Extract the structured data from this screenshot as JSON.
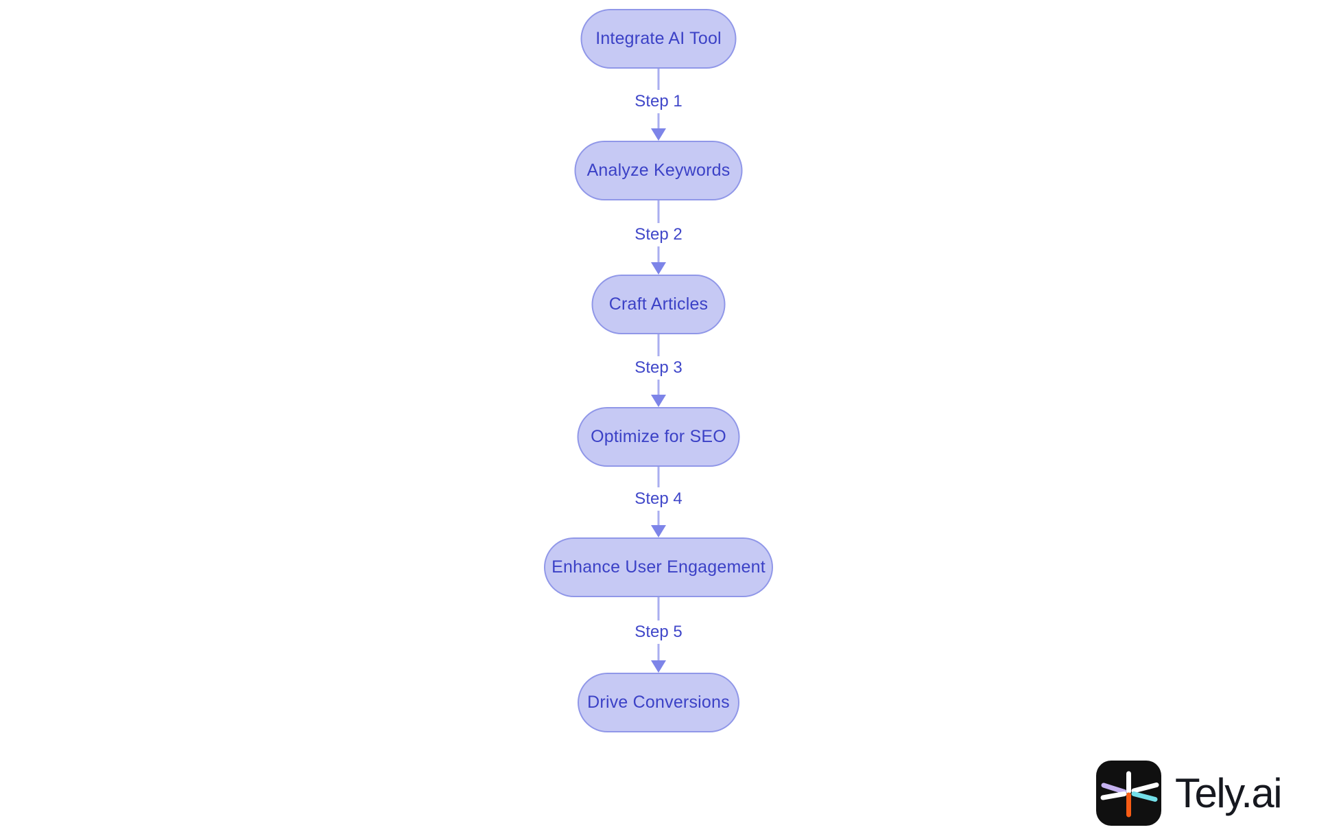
{
  "flow": {
    "nodes": [
      {
        "label": "Integrate AI Tool"
      },
      {
        "label": "Analyze Keywords"
      },
      {
        "label": "Craft Articles"
      },
      {
        "label": "Optimize for SEO"
      },
      {
        "label": "Enhance User Engagement"
      },
      {
        "label": "Drive Conversions"
      }
    ],
    "edges": [
      {
        "label": "Step 1"
      },
      {
        "label": "Step 2"
      },
      {
        "label": "Step 3"
      },
      {
        "label": "Step 4"
      },
      {
        "label": "Step 5"
      }
    ]
  },
  "brand": {
    "wordmark": "Tely.ai",
    "icon": "tely-starburst-icon"
  },
  "colors": {
    "background": "#ffffff",
    "node_fill": "#c6c9f4",
    "node_border": "#9097e8",
    "node_text": "#3b41c6",
    "edge_line": "#a9aef0",
    "edge_arrowhead": "#7d84e8",
    "edge_label_text": "#4047c9",
    "logo_background": "#101010",
    "logo_spoke_white": "#ffffff",
    "logo_spoke_orange": "#f85c15",
    "logo_spoke_lavender": "#c5b2f0",
    "logo_spoke_cyan": "#74dfe9",
    "wordmark_text": "#16181f"
  }
}
